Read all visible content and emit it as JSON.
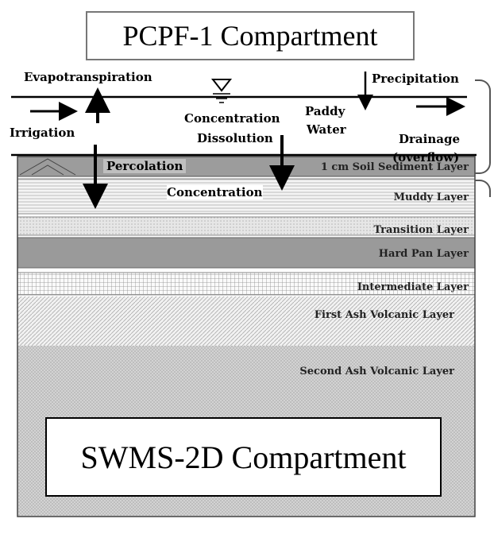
{
  "pcpf_title": "PCPF-1 Compartment",
  "swms_title": "SWMS-2D Compartment",
  "labels": {
    "evapotranspiration": "Evapotranspiration",
    "precipitation": "Precipitation",
    "irrigation": "Irrigation",
    "concentration_dissolution_1": "Concentration",
    "concentration_dissolution_2": "Dissolution",
    "paddy_water_1": "Paddy",
    "paddy_water_2": "Water",
    "drainage_1": "Drainage",
    "drainage_2": "(overflow)",
    "percolation": "Percolation",
    "concentration": "Concentration"
  },
  "layers": {
    "soil_sediment": "1 cm Soil Sediment Layer",
    "muddy": "Muddy Layer",
    "transition": "Transition Layer",
    "hard_pan": "Hard Pan Layer",
    "intermediate": "Intermediate Layer",
    "first_ash": "First Ash Volcanic Layer",
    "second_ash": "Second Ash Volcanic Layer"
  }
}
